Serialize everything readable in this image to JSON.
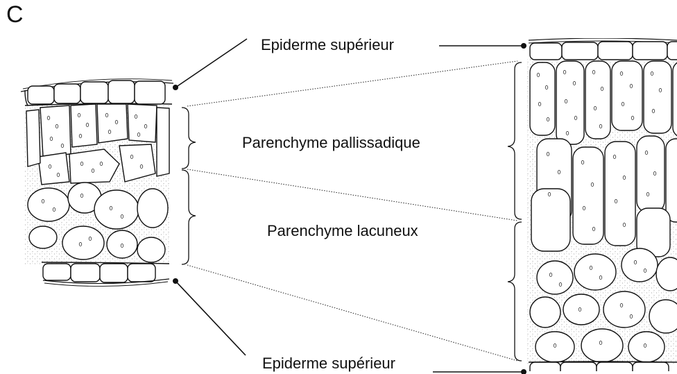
{
  "figure": {
    "panel_letter": "C",
    "labels": {
      "top_epidermis": "Epiderme supérieur",
      "palisade": "Parenchyme pallissadique",
      "spongy": "Parenchyme lacuneux",
      "bottom_epidermis": "Epiderme supérieur"
    },
    "colors": {
      "ink": "#111111",
      "stipple": "#8a8a8a",
      "background": "#ffffff"
    }
  }
}
